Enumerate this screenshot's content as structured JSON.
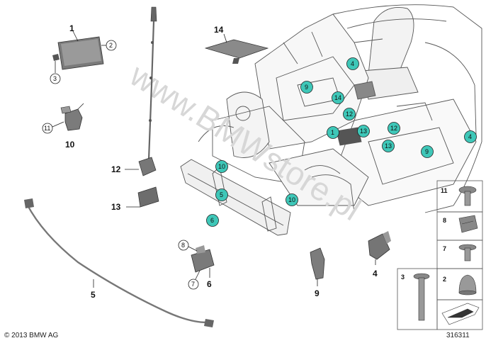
{
  "parts": [
    {
      "id": "1",
      "label": "1"
    },
    {
      "id": "2",
      "label": "2"
    },
    {
      "id": "3",
      "label": "3"
    },
    {
      "id": "4",
      "label": "4"
    },
    {
      "id": "5",
      "label": "5"
    },
    {
      "id": "6",
      "label": "6"
    },
    {
      "id": "7",
      "label": "7"
    },
    {
      "id": "8",
      "label": "8"
    },
    {
      "id": "9",
      "label": "9"
    },
    {
      "id": "10",
      "label": "10"
    },
    {
      "id": "11",
      "label": "11"
    },
    {
      "id": "12",
      "label": "12"
    },
    {
      "id": "13",
      "label": "13"
    },
    {
      "id": "14",
      "label": "14"
    }
  ],
  "vehicle_markers": [
    "4",
    "9",
    "14",
    "12",
    "1",
    "13",
    "12",
    "13",
    "9",
    "4",
    "10",
    "5",
    "10",
    "6"
  ],
  "table": [
    "11",
    "8",
    "7",
    "3",
    "2"
  ],
  "copyright": "© 2013 BMW AG",
  "diagram_number": "316311",
  "watermark": "www.BMWstore.pl",
  "colors": {
    "marker_fill": "#3ec7b8",
    "line": "#222222",
    "part": "#6f6f6f"
  }
}
